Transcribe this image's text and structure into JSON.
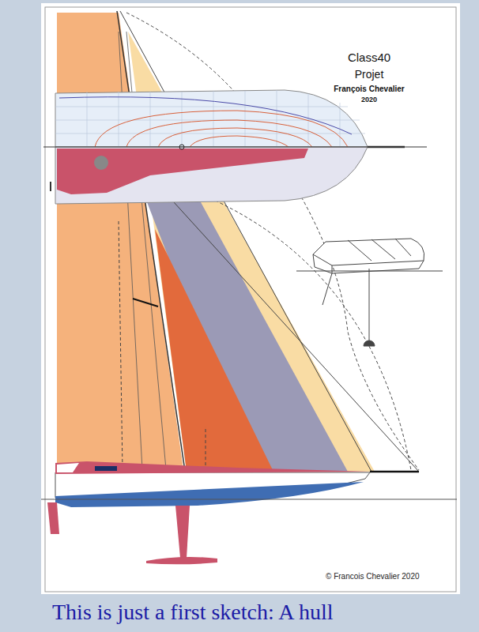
{
  "diagram": {
    "title": "Class40",
    "caption": "This is just a first sketch: A hull",
    "labels": [
      "Projet",
      "François Chevalier",
      "2020",
      "© Francois Chevalier 2020"
    ]
  }
}
